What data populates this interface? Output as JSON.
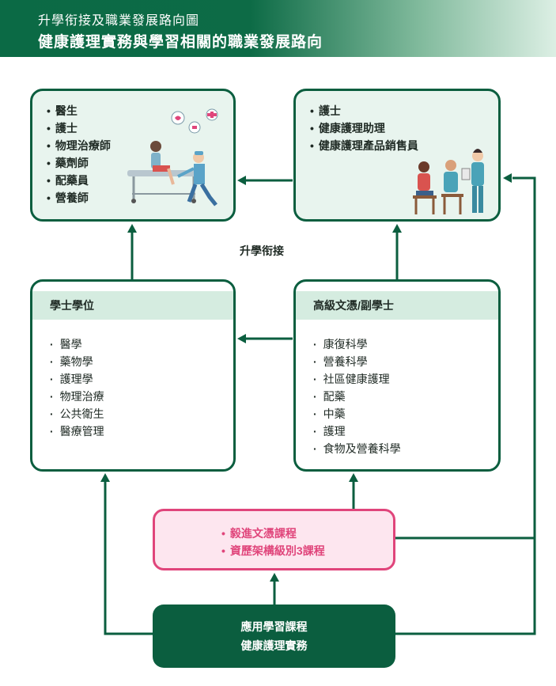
{
  "header": {
    "subtitle": "升學衔接及職業發展路向圖",
    "title": "健康護理實務與學習相關的職業發展路向"
  },
  "careers_left": {
    "items": [
      "醫生",
      "護士",
      "物理治療師",
      "藥劑師",
      "配藥員",
      "營養師"
    ]
  },
  "careers_right": {
    "items": [
      "護士",
      "健康護理助理",
      "健康護理產品銷售員"
    ]
  },
  "progression_label": "升學衔接",
  "bachelor": {
    "title": "學士學位",
    "items": [
      "醫學",
      "藥物學",
      "護理學",
      "物理治療",
      "公共衛生",
      "醫療管理"
    ]
  },
  "higher_diploma": {
    "title": "高級文憑/副學士",
    "items": [
      "康復科學",
      "營養科學",
      "社區健康護理",
      "配藥",
      "中藥",
      "護理",
      "食物及營養科學"
    ]
  },
  "pathway_courses": {
    "items": [
      "毅進文憑課程",
      "資歷架構級別3課程"
    ]
  },
  "applied_learning": {
    "line1": "應用學習課程",
    "line2": "健康護理實務"
  },
  "colors": {
    "primary_green": "#0b5e3f",
    "light_green": "#e8f4ee",
    "pink": "#e0457b"
  }
}
